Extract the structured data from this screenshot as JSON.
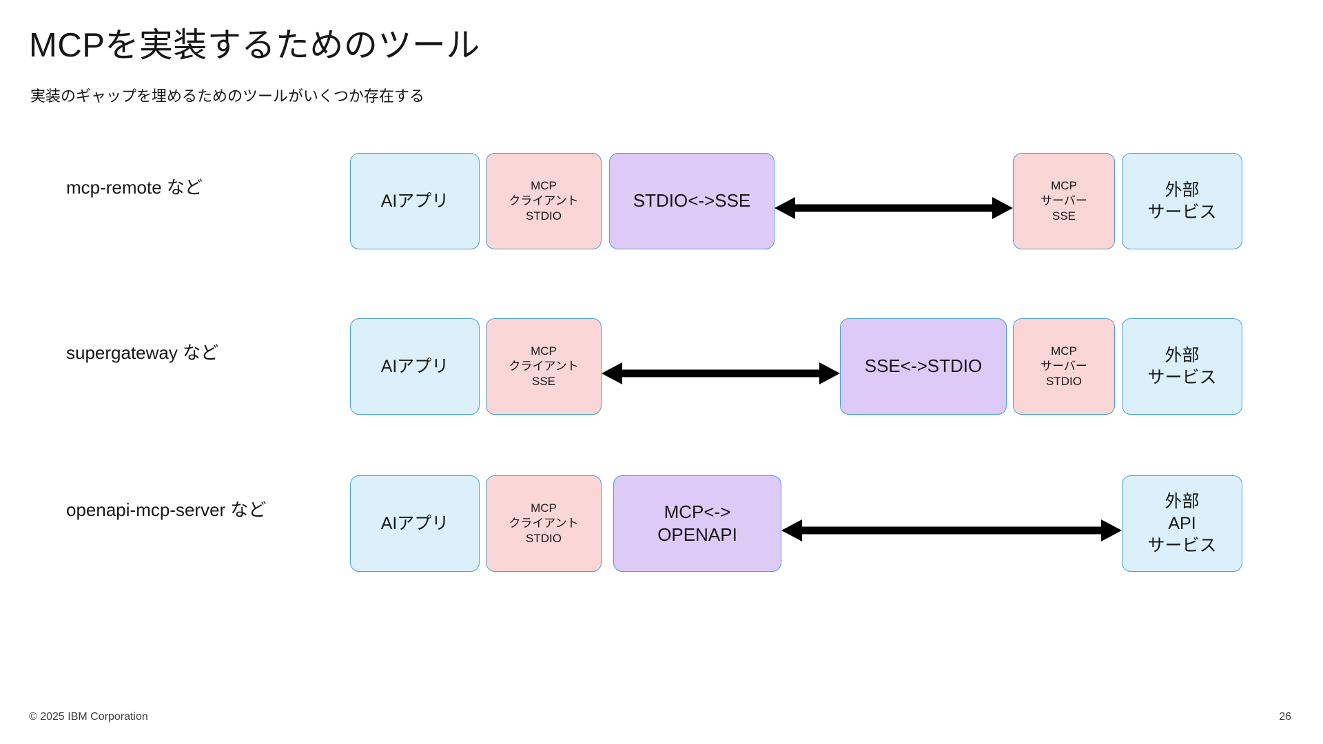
{
  "slide": {
    "title": "MCPを実装するためのツール",
    "subtitle": "実装のギャップを埋めるためのツールがいくつか存在する",
    "page_number": "26",
    "copyright": "© 2025 IBM Corporation"
  },
  "colors": {
    "blue_fill": "#dcf0fb",
    "pink_fill": "#fbd6d6",
    "purple_fill": "#ddcaf7",
    "box_border": "#4a9ed6",
    "arrow": "#000000",
    "text": "#161616"
  },
  "rows": [
    {
      "label": "mcp-remote など",
      "nodes": {
        "ai_app": {
          "line1": "AIアプリ"
        },
        "mcp_client": {
          "line1": "MCP",
          "line2": "クライアント",
          "line3": "STDIO"
        },
        "bridge": {
          "line1": "STDIO<->SSE"
        },
        "mcp_server": {
          "line1": "MCP",
          "line2": "サーバー",
          "line3": "SSE"
        },
        "external": {
          "line1": "外部",
          "line2": "サービス"
        }
      },
      "arrow": {
        "direction": "both"
      }
    },
    {
      "label": "supergateway など",
      "nodes": {
        "ai_app": {
          "line1": "AIアプリ"
        },
        "mcp_client": {
          "line1": "MCP",
          "line2": "クライアント",
          "line3": "SSE"
        },
        "bridge": {
          "line1": "SSE<->STDIO"
        },
        "mcp_server": {
          "line1": "MCP",
          "line2": "サーバー",
          "line3": "STDIO"
        },
        "external": {
          "line1": "外部",
          "line2": "サービス"
        }
      },
      "arrow": {
        "direction": "both"
      }
    },
    {
      "label": "openapi-mcp-server など",
      "nodes": {
        "ai_app": {
          "line1": "AIアプリ"
        },
        "mcp_client": {
          "line1": "MCP",
          "line2": "クライアント",
          "line3": "STDIO"
        },
        "bridge": {
          "line1": "MCP<->",
          "line2": "OPENAPI"
        },
        "external": {
          "line1": "外部",
          "line2": "API",
          "line3": "サービス"
        }
      },
      "arrow": {
        "direction": "both"
      }
    }
  ]
}
